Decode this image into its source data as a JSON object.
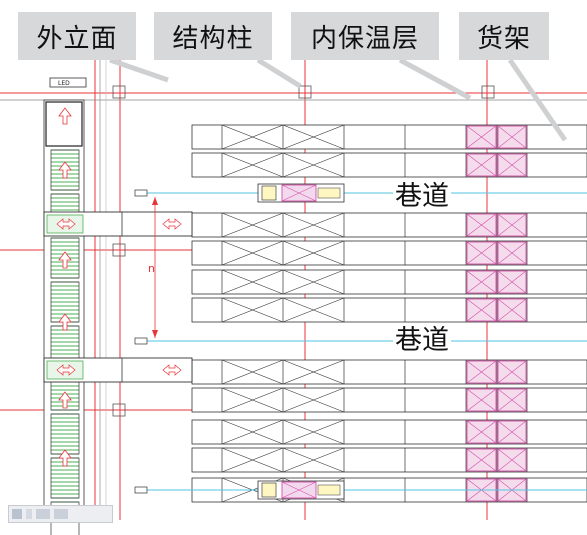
{
  "callouts": {
    "facade": "外立面",
    "column": "结构柱",
    "insulation": "内保温层",
    "rack": "货架"
  },
  "aisles": [
    "巷道",
    "巷道"
  ],
  "led_label": "LED",
  "dimension_label": "n",
  "colors": {
    "grid_red": "#e8343a",
    "cyan_line": "#52c6e0",
    "rack_pink": "#d64fa8",
    "conveyor_green": "#4caf50",
    "callout_bg": "#d7d8d9",
    "leader_grey": "#cfd0d2"
  },
  "icons": [
    "arrow-up-icon",
    "double-arrow-icon",
    "shuttle-icon"
  ]
}
